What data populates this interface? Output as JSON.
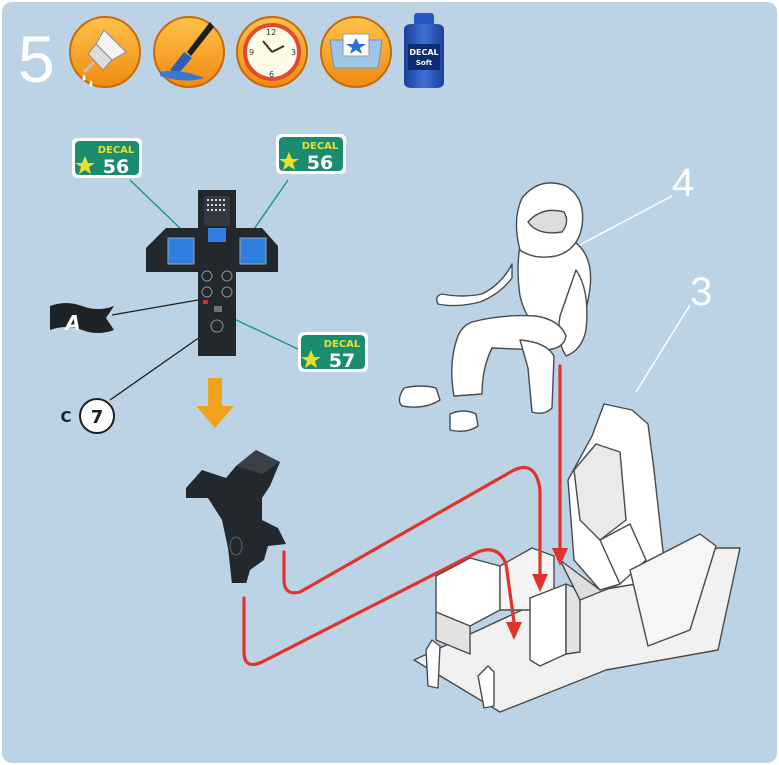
{
  "step": {
    "number": "5",
    "tool_icons": [
      "glue-bottle-icon",
      "paint-brush-icon",
      "clock-icon",
      "water-tray-decal-icon",
      "decal-soft-bottle-icon"
    ],
    "decal_soft_label": [
      "DECAL",
      "Soft"
    ]
  },
  "decals": [
    {
      "word": "DECAL",
      "number": "56"
    },
    {
      "word": "DECAL",
      "number": "56"
    },
    {
      "word": "DECAL",
      "number": "57"
    }
  ],
  "paint_flag": "A",
  "part_ref": {
    "sprue": "C",
    "number": "7"
  },
  "assembly_refs": {
    "pilot": "4",
    "seat": "3"
  },
  "colors": {
    "background": "#bcd3e6",
    "badge_orange": "#f39a1f",
    "decal_green": "#1a8c6f",
    "decal_yellow": "#e6e02c",
    "arrow_red": "#e0332b",
    "arrow_orange": "#f2a11d",
    "part_dark": "#23282d"
  }
}
